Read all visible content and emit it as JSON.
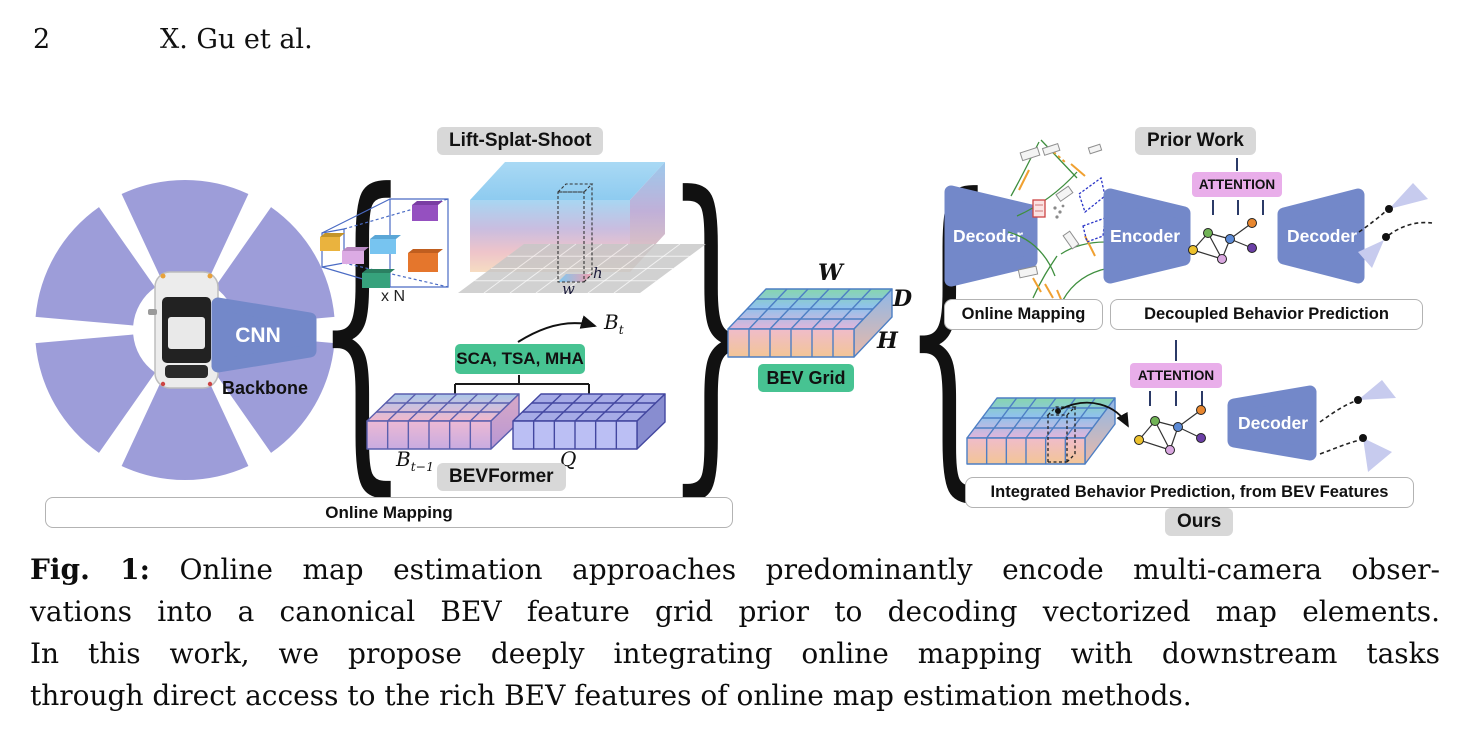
{
  "page": {
    "number": "2",
    "running_head": "X. Gu et al."
  },
  "pipeline": {
    "backbone": {
      "cnn": "CNN",
      "label": "Backbone"
    },
    "lss": {
      "title": "Lift-Splat-Shoot",
      "multiplier": "x N",
      "pillar_w": "w",
      "pillar_h": "h"
    },
    "bevformer": {
      "title": "BEVFormer",
      "ops": "SCA, TSA, MHA",
      "output": {
        "base": "B",
        "sub": "t"
      },
      "prev": {
        "base": "B",
        "sub": "t−1"
      },
      "query": "Q"
    },
    "online_mapping_bar": "Online Mapping",
    "bev_grid": {
      "label": "BEV Grid",
      "dim_w": "W",
      "dim_d": "D",
      "dim_h": "H"
    }
  },
  "prior_work": {
    "title": "Prior Work",
    "map_decoder": "Decoder",
    "encoder": "Encoder",
    "attention": "ATTENTION",
    "traj_decoder": "Decoder",
    "online_mapping_box": "Online Mapping",
    "decoupled_box": "Decoupled Behavior Prediction"
  },
  "ours": {
    "title": "Ours",
    "attention": "ATTENTION",
    "decoder": "Decoder",
    "integrated_box": "Integrated Behavior Prediction, from BEV Features"
  },
  "caption": {
    "fig_label": "Fig. 1:",
    "lines": [
      "Online map estimation approaches predominantly encode multi-camera obser-",
      "vations into a canonical BEV feature grid prior to decoding vectorized map elements.",
      "In this work, we propose deeply integrating online mapping with downstream tasks",
      "through direct access to the rich BEV features of online map estimation methods."
    ]
  },
  "colors": {
    "module_blue": "#7388c9",
    "camera_purple": "#9d9dd9",
    "label_gray": "#d8d8d8",
    "accent_green": "#47c392",
    "attention_pink": "#e9aeea",
    "line_navy": "#2b3a67"
  }
}
